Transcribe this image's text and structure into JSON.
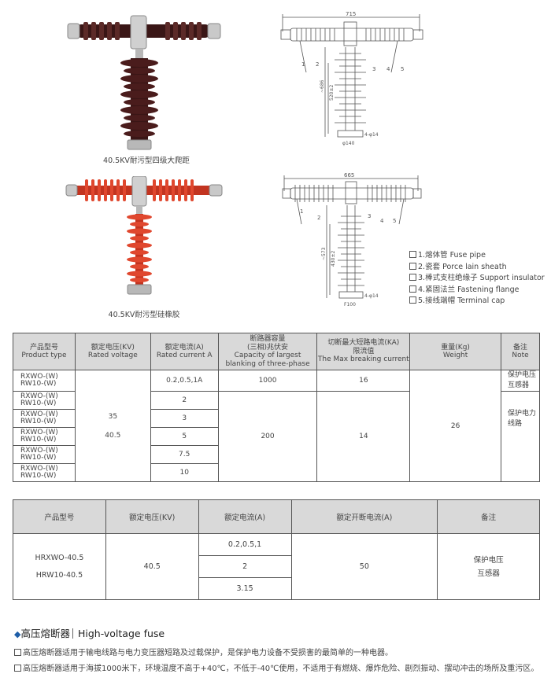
{
  "photo1": {
    "caption": "40.5KV耐污型四级大爬距"
  },
  "photo2": {
    "caption": "40.5KV耐污型硅橡胶"
  },
  "drawing1": {
    "width_dim": "715",
    "numbers": [
      "1",
      "2",
      "3",
      "4",
      "5"
    ],
    "height_dims": [
      "~686",
      "520±2"
    ],
    "base_dims": [
      "φ140",
      "4-φ14"
    ]
  },
  "drawing2": {
    "width_dim": "665",
    "numbers": [
      "1",
      "2",
      "3",
      "4",
      "5"
    ],
    "height_dims": [
      "~573",
      "430±2"
    ],
    "base_dims": [
      "F100",
      "4-φ14"
    ]
  },
  "legend": [
    "1.熔体管 Fuse pipe",
    "2.瓷套 Porce lain sheath",
    "3.棒式支柱绝缘子 Support insulator",
    "4.紧固法兰 Fastening flange",
    "5.接线端帽 Terminal cap"
  ],
  "table1": {
    "headers": [
      [
        "产品型号",
        "Product type"
      ],
      [
        "额定电压(KV)",
        "Rated voltage"
      ],
      [
        "额定电流(A)",
        "Rated current A"
      ],
      [
        "断路器容量",
        "(三相)兆伏安",
        "Capacity of largest",
        "blanking of three-phase"
      ],
      [
        "切断最大短路电流(KA)",
        "限流值",
        "The Max breaking current"
      ],
      [
        "重量(Kg)",
        "Weight"
      ],
      [
        "备注",
        "Note"
      ]
    ],
    "models": [
      [
        "RXWO-(W)",
        "RW10-(W)"
      ],
      [
        "RXWO-(W)",
        "RW10-(W)"
      ],
      [
        "RXWO-(W)",
        "RW10-(W)"
      ],
      [
        "RXWO-(W)",
        "RW10-(W)"
      ],
      [
        "RXWO-(W)",
        "RW10-(W)"
      ],
      [
        "RXWO-(W)",
        "RW10-(W)"
      ]
    ],
    "voltage": [
      "35",
      "40.5"
    ],
    "currents": [
      "0.2,0.5,1A",
      "2",
      "3",
      "5",
      "7.5",
      "10"
    ],
    "capacity": [
      "1000",
      "200"
    ],
    "breaking": [
      "16",
      "14"
    ],
    "weight": "26",
    "notes": [
      [
        "保护电压",
        "互感器"
      ],
      [
        "保护电力",
        "线路"
      ]
    ]
  },
  "table2": {
    "headers": [
      "产品型号",
      "额定电压(KV)",
      "额定电流(A)",
      "额定开断电流(A)",
      "备注"
    ],
    "models": [
      "HRXWO-40.5",
      "HRW10-40.5"
    ],
    "voltage": "40.5",
    "currents": [
      "0.2,0.5,1",
      "2",
      "3.15"
    ],
    "breaking": "50",
    "note": [
      "保护电压",
      "互感器"
    ]
  },
  "section": {
    "title_cn": "高压熔断器",
    "title_en": "High-voltage fuse",
    "paragraphs": [
      "高压熔断器适用于输电线路与电力变压器短路及过载保护，是保护电力设备不受损害的最简单的一种电器。",
      "高压熔断器适用于海拔1000米下，环境温度不高于+40℃，不低于-40℃使用，不适用于有燃烧、爆炸危险、剧烈振动、摆动冲击的场所及重污区。"
    ]
  },
  "colors": {
    "porcelain": "#4a1c1c",
    "silicone": "#d9412a",
    "metal": "#b8b8b8",
    "header_bg": "#d9d9d9",
    "accent": "#1e5ea8"
  }
}
